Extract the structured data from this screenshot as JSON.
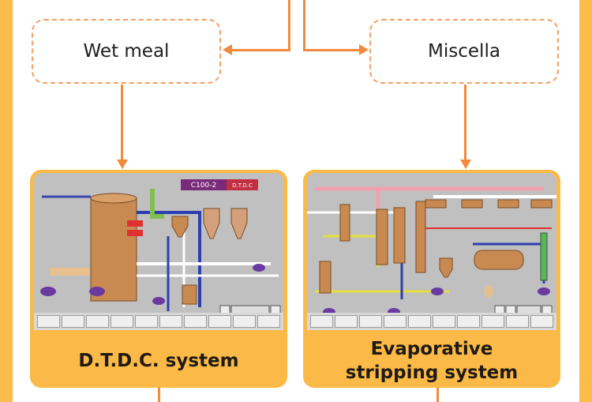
{
  "nodes": {
    "wet_meal": "Wet meal",
    "miscella": "Miscella"
  },
  "cards": {
    "dtdc": {
      "caption": "D.T.D.C. system",
      "tag": "C100-2",
      "tag2": "D.T.D.C"
    },
    "evap": {
      "caption_line1": "Evaporative",
      "caption_line2": "stripping system"
    }
  },
  "colors": {
    "accent": "#f28a3c",
    "background": "#fbbd4a",
    "dash": "#f3a064"
  }
}
